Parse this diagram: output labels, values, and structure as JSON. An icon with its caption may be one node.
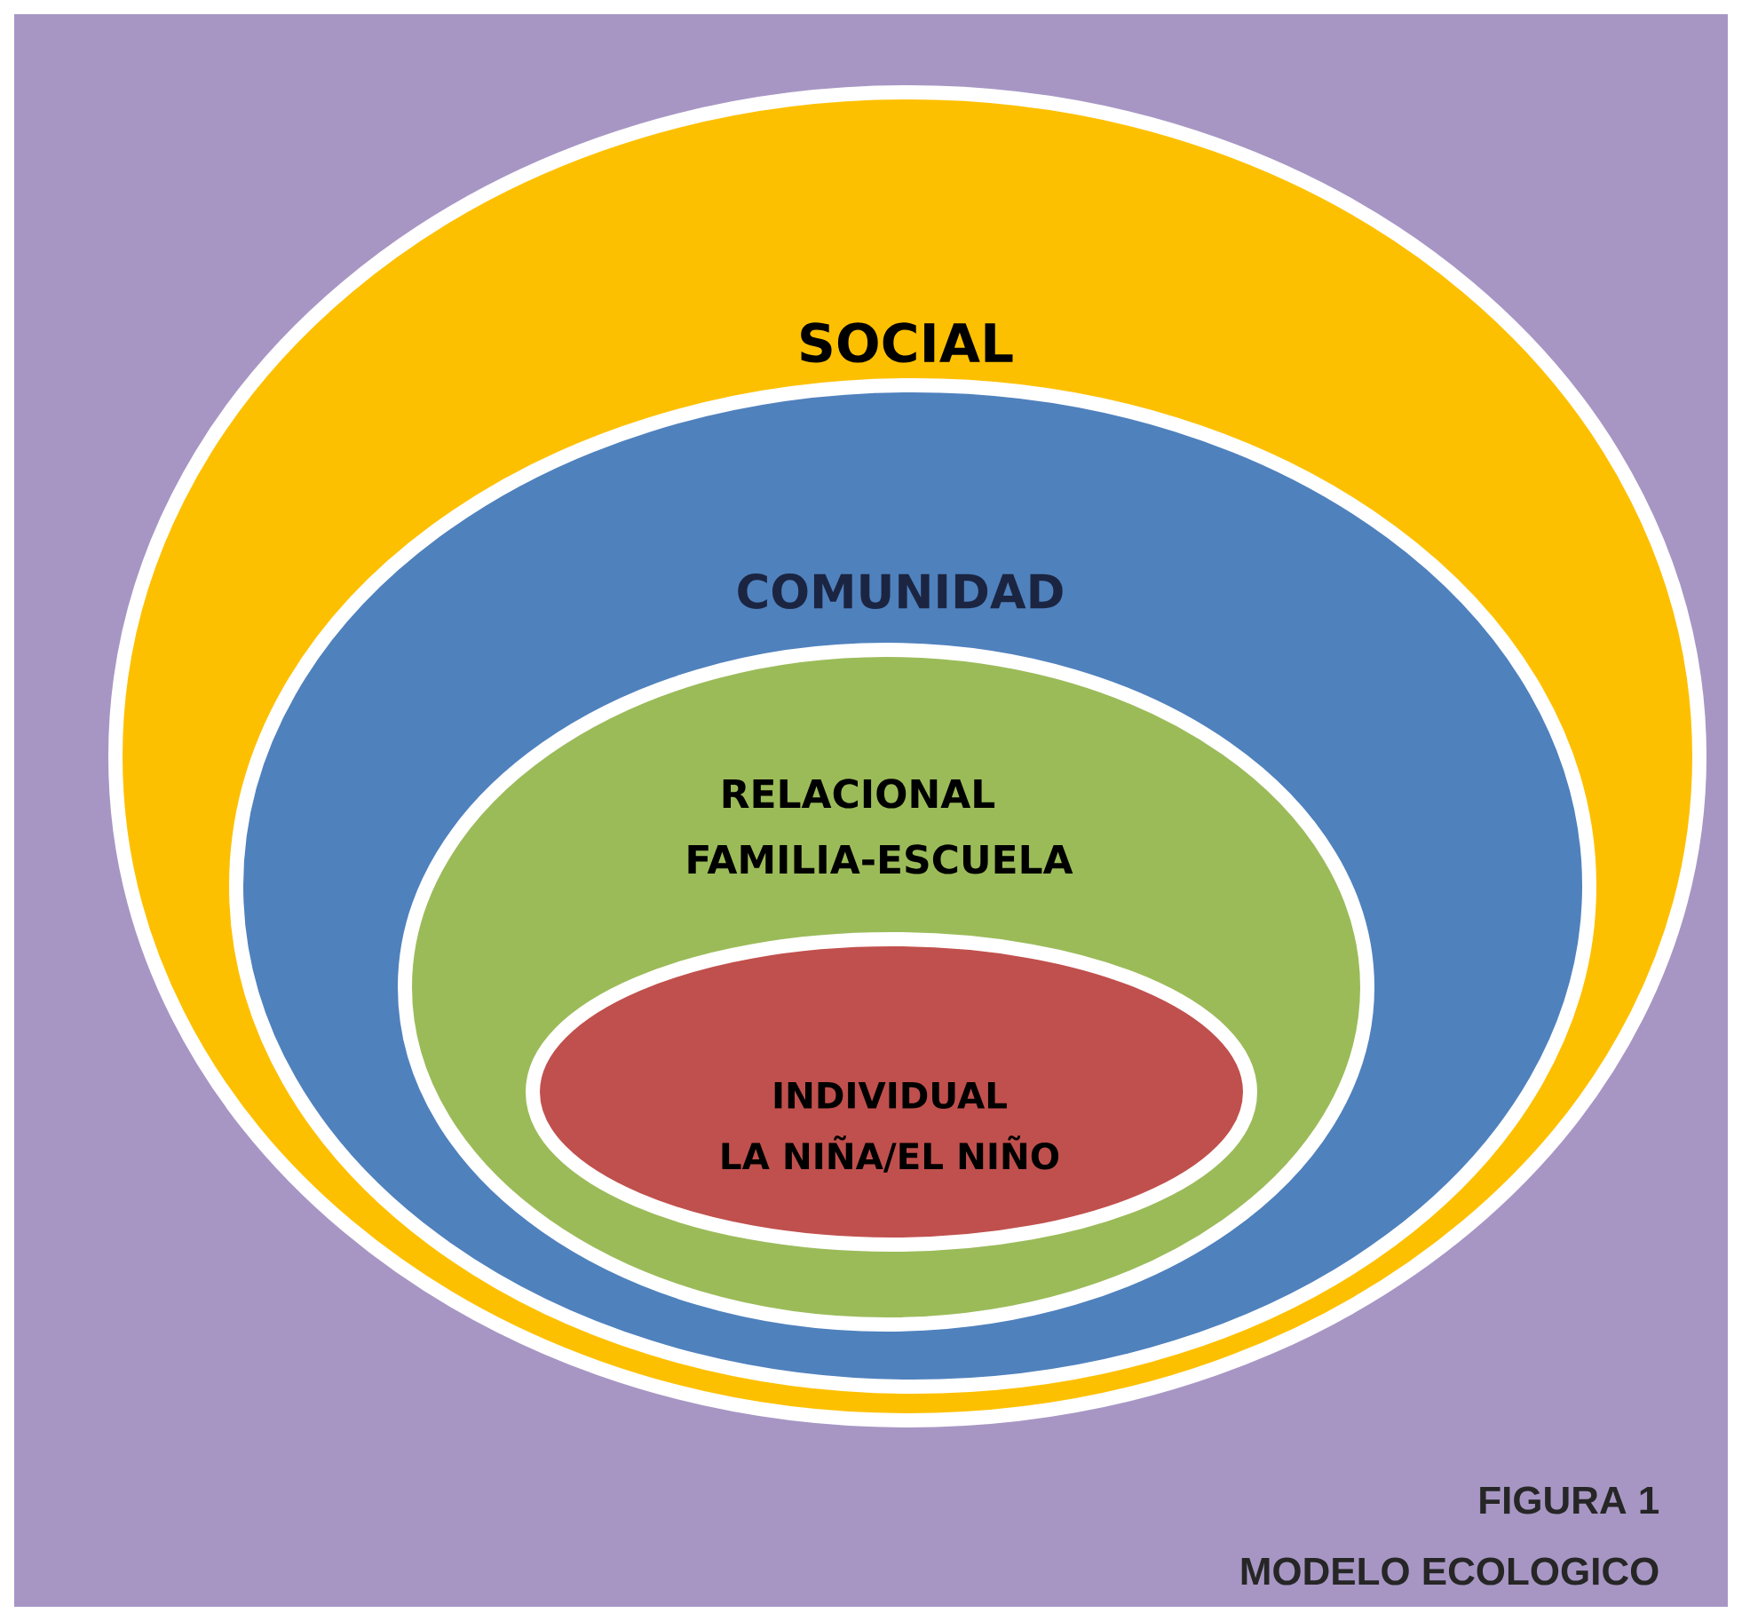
{
  "diagram": {
    "nodes": [
      {
        "text": [
          "SOCIAL"
        ]
      },
      {
        "text": [
          "COMUNIDAD"
        ],
        "in": 0
      },
      {
        "text": [
          "RELACIONAL",
          "FAMILIA-ESCUELA"
        ],
        "in": 1
      },
      {
        "text": [
          "INDIVIDUAL",
          "LA NIÑA/EL NIÑO"
        ],
        "in": 2
      }
    ],
    "labels": [
      "FIGURA 1",
      "MODELO ECOLOGICO"
    ]
  }
}
